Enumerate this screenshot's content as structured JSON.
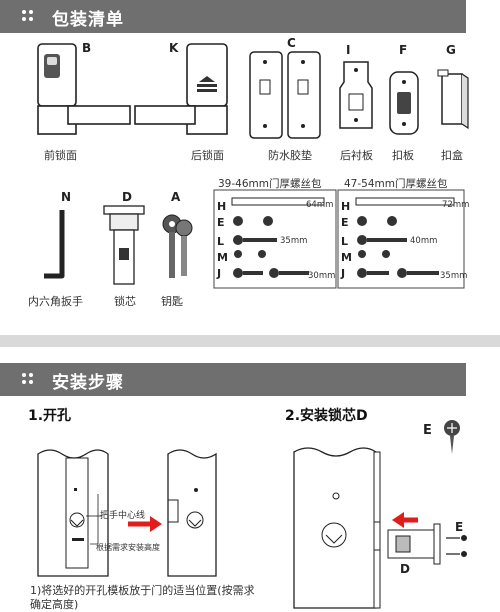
{
  "section1": {
    "title": "包装清单"
  },
  "parts": [
    {
      "letter": "B",
      "caption": "前锁面"
    },
    {
      "letter": "K",
      "caption": "后锁面"
    },
    {
      "letter": "C",
      "caption": "防水胶垫"
    },
    {
      "letter": "I",
      "caption": "后衬板"
    },
    {
      "letter": "F",
      "caption": "扣板"
    },
    {
      "letter": "G",
      "caption": "扣盒"
    },
    {
      "letter": "N",
      "caption": "内六角扳手"
    },
    {
      "letter": "D",
      "caption": "锁芯"
    },
    {
      "letter": "A",
      "caption": "钥匙"
    }
  ],
  "kits": [
    {
      "title": "39-46mm门厚螺丝包",
      "h_len": "64mm",
      "l_len": "35mm",
      "j_len": "30mm",
      "rows": [
        "H",
        "E",
        "L",
        "M",
        "J"
      ]
    },
    {
      "title": "47-54mm门厚螺丝包",
      "h_len": "72mm",
      "l_len": "40mm",
      "j_len": "35mm",
      "rows": [
        "H",
        "E",
        "L",
        "M",
        "J"
      ]
    }
  ],
  "section2": {
    "title": "安装步骤"
  },
  "step1": {
    "title": "1.开孔",
    "center_line": "把手中心线",
    "height_label": "根据需求安装高度",
    "note_line1": "1)将选好的开孔模板放于门的适当位置(按需求",
    "note_line2": "确定高度)"
  },
  "step2": {
    "title": "2.安装锁芯D",
    "screw_label": "E",
    "right_label": "E",
    "latch_label": "D"
  }
}
